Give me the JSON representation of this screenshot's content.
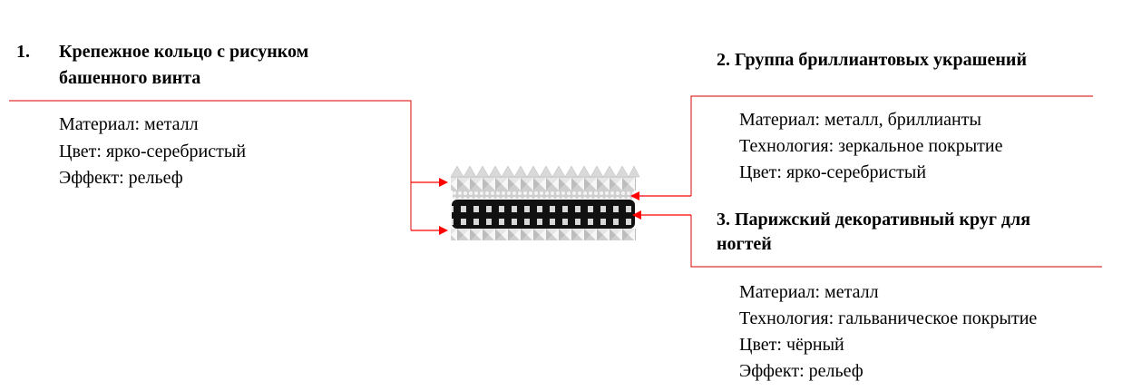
{
  "item1": {
    "number": "1.",
    "title_line1": "Крепежное кольцо с рисунком",
    "title_line2": "башенного винта",
    "props": [
      "Материал: металл",
      "Цвет: ярко-серебристый",
      "Эффект: рельеф"
    ]
  },
  "item2": {
    "title": "2. Группа бриллиантовых украшений",
    "props": [
      "Материал: металл, бриллианты",
      "Технология: зеркальное покрытие",
      "Цвет: ярко-серебристый"
    ]
  },
  "item3": {
    "title_line1": "3. Парижский декоративный круг для",
    "title_line2": "ногтей",
    "props": [
      "Материал: металл",
      "Технология: гальваническое покрытие",
      "Цвет: чёрный",
      "Эффект: рельеф"
    ]
  },
  "colors": {
    "leader": "#e03030",
    "arrow": "#ff0000"
  }
}
